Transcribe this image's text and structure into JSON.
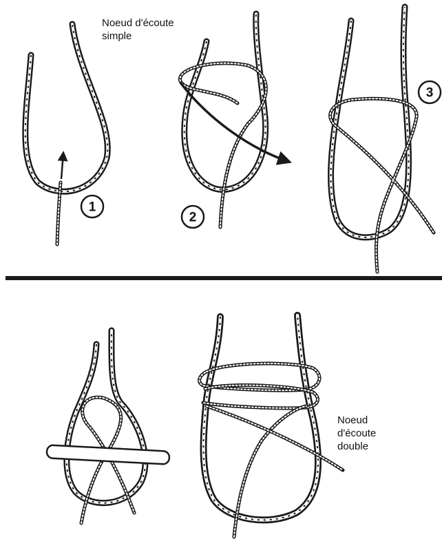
{
  "labels": {
    "simple_line1": "Noeud d'écoute",
    "simple_line2": "simple",
    "double_line1": "Noeud",
    "double_line2": "d'écoute",
    "double_line3": "double"
  },
  "steps": {
    "step1": "1",
    "step2": "2",
    "step3": "3"
  },
  "colors": {
    "ink": "#1a1a1a",
    "paper": "#ffffff",
    "toggle_fill": "#ffffff"
  },
  "icons": [
    "arrow-icon",
    "divider-line"
  ]
}
